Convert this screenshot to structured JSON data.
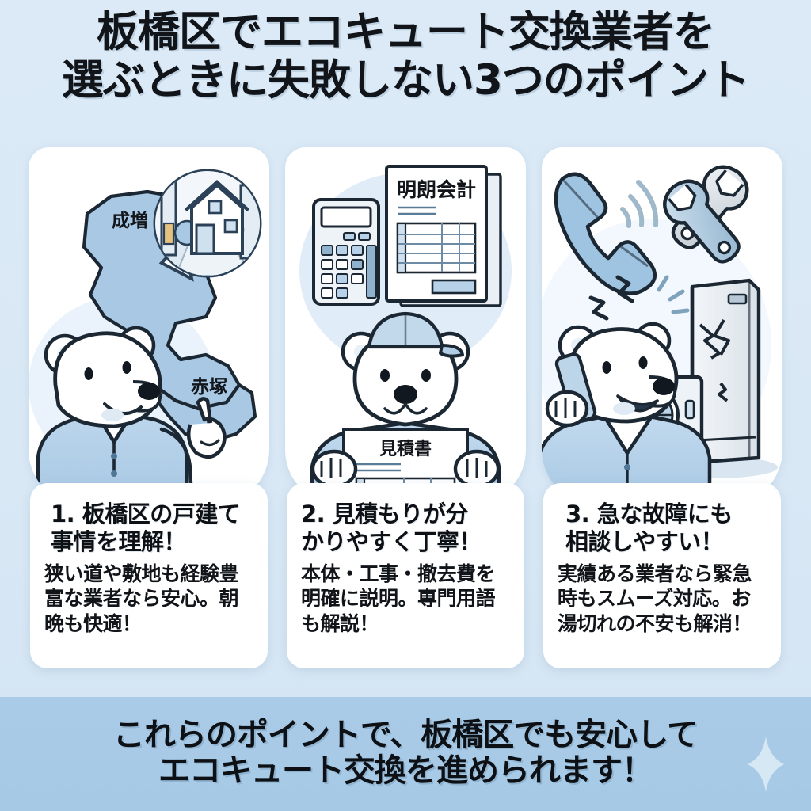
{
  "title": {
    "line1": "板橋区でエコキュート交換業者を",
    "line2": "選ぶときに失敗しない3つのポイント"
  },
  "colors": {
    "background": "#dbeaf6",
    "footer_band": "#a9cbe7",
    "card_surface": "#ffffff",
    "ink": "#111418",
    "illustration_blue": "#a8c8e4",
    "illustration_line": "#1b2733",
    "map_fill": "#a8c8e4"
  },
  "cards": [
    {
      "number": "1.",
      "heading": "1. 板橋区の戸建て\n事情を理解！",
      "heading_line1": "1. 板橋区の戸建て",
      "heading_line2": "事情を理解！",
      "body": "狭い道や敷地も経験豊富な業者なら安心。朝晩も快適！",
      "illustration": {
        "name": "itabashi-map-with-house-magnifier",
        "map_labels": [
          "成増",
          "赤塚"
        ],
        "mascot": "polar-bear-pointing-up"
      }
    },
    {
      "number": "2.",
      "heading": "2. 見積もりが分\nかりやすく丁寧！",
      "heading_line1": "2. 見積もりが分",
      "heading_line2": "かりやすく丁寧！",
      "body": "本体・工事・撤去費を明確に説明。専門用語も解説！",
      "illustration": {
        "name": "calculator-and-quotation-documents",
        "document_title": "明朗会計",
        "held_document_title": "見積書",
        "mascot": "polar-bear-with-cap-holding-estimate"
      }
    },
    {
      "number": "3.",
      "heading": "3. 急な故障にも\n相談しやすい！",
      "heading_line1": "3. 急な故障にも",
      "heading_line2": "相談しやすい！",
      "body": "実績ある業者なら緊急時もスムーズ対応。お湯切れの不安も解消！",
      "illustration": {
        "name": "phone-ringing-and-crossed-wrenches",
        "mascot": "polar-bear-on-phone",
        "equipment": "cracked-ecocute-tank-and-heat-pump"
      }
    }
  ],
  "footer": {
    "line1": "これらのポイントで、板橋区でも安心して",
    "line2": "エコキュート交換を進められます！",
    "decoration": "sparkle-star"
  }
}
